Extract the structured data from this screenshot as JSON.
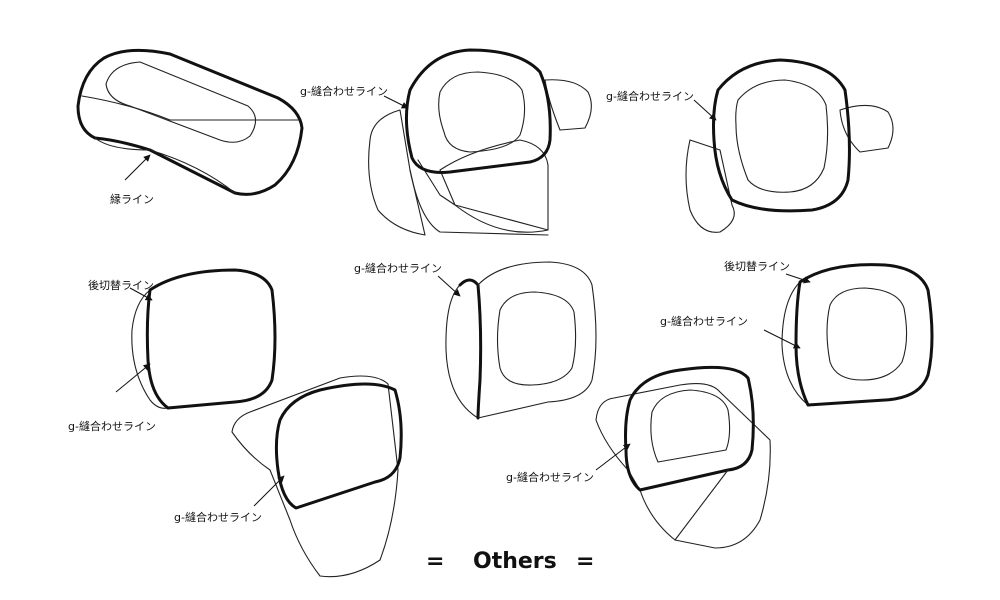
{
  "labels": {
    "fuchi_line": "縁ライン",
    "g_seam_1": "g-縫合わせライン",
    "g_seam_2": "g-縫合わせライン",
    "ato_kirikae_1": "後切替ライン",
    "g_seam_3": "g-縫合わせライン",
    "g_seam_4": "g-縫合わせライン",
    "g_seam_5": "g-縫合わせライン",
    "ato_kirikae_2": "後切替ライン",
    "g_seam_6": "g-縫合わせライン",
    "g_seam_7": "g-縫合わせライン"
  },
  "footer": {
    "left_mark": "=",
    "title": "Others",
    "right_mark": "="
  }
}
